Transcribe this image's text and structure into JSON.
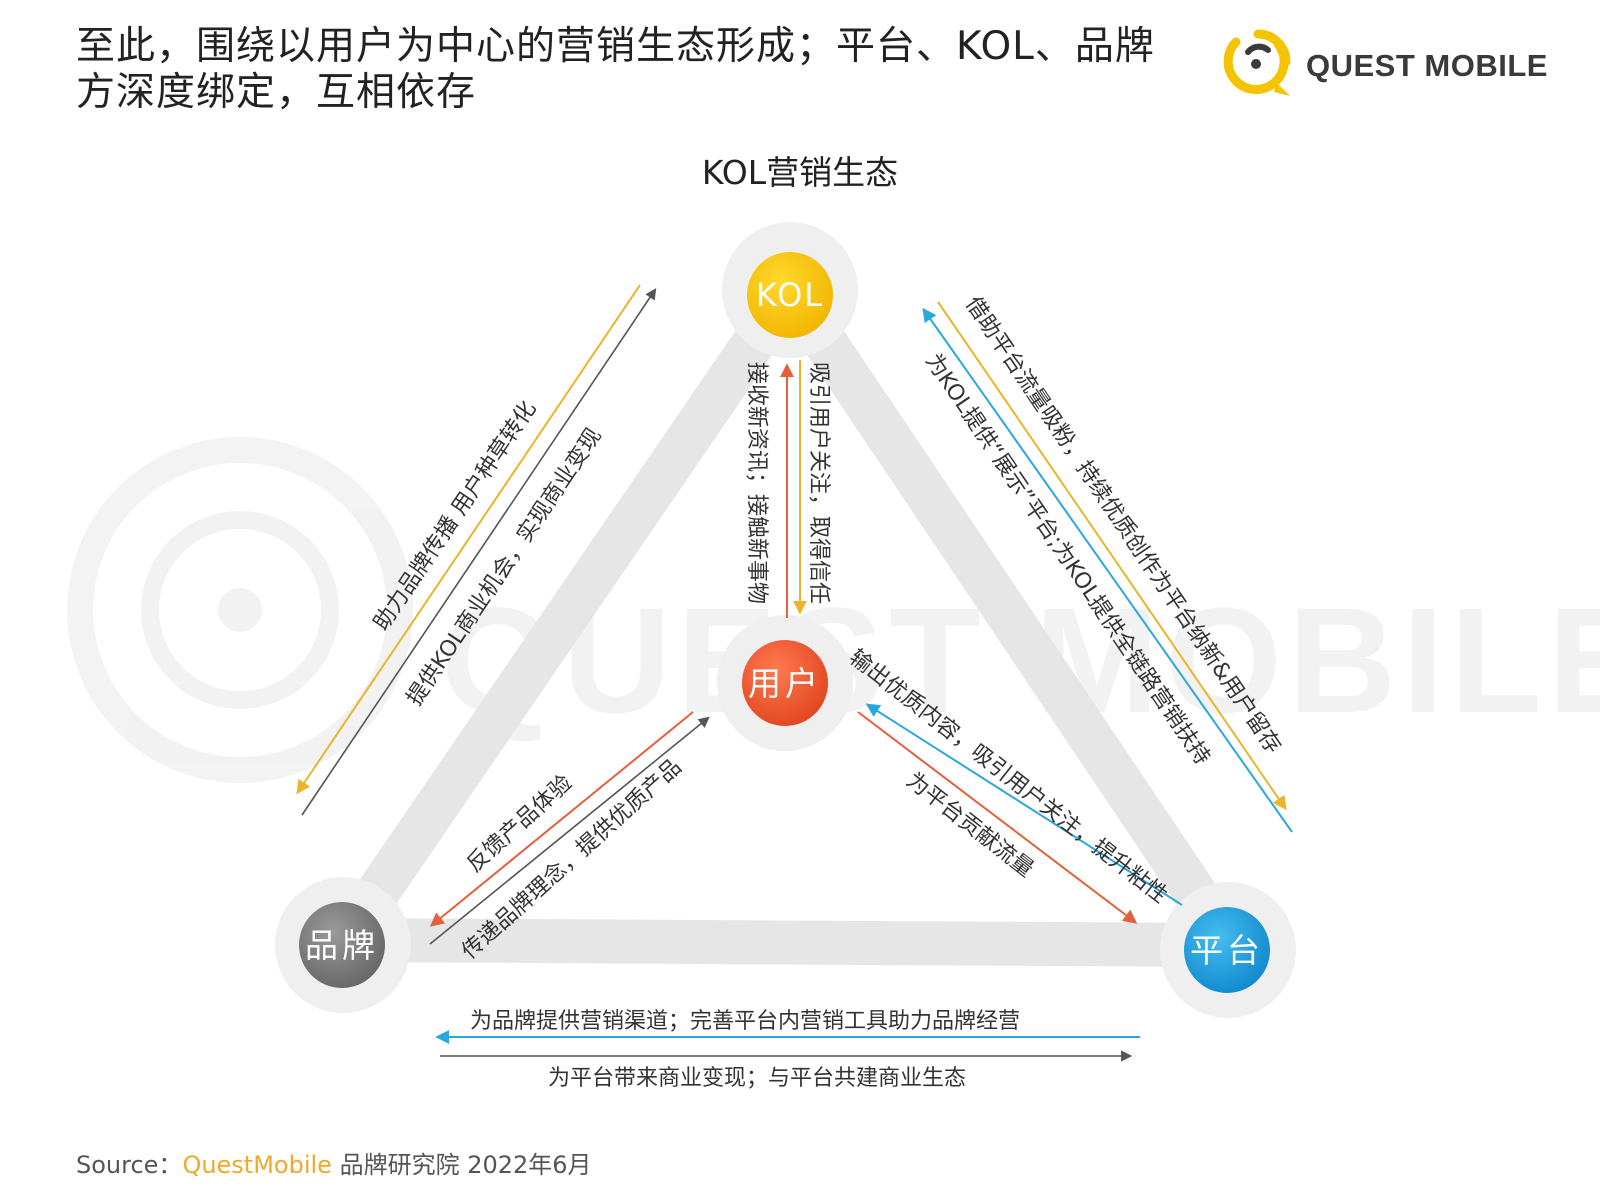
{
  "header": {
    "title": "至此，围绕以用户为中心的营销生态形成；平台、KOL、品牌方深度绑定，互相依存",
    "logo_text": "QUEST MOBILE"
  },
  "diagram": {
    "title": "KOL营销生态",
    "watermark": "QUEST MOBILE",
    "nodes": {
      "kol": "KOL",
      "user": "用户",
      "brand": "品牌",
      "platform": "平台"
    },
    "labels": {
      "kol_to_user": "吸引用户关注，取得信任",
      "user_to_kol": "接收新资讯；接触新事物",
      "brand_to_kol": "助力品牌传播 用户种草转化",
      "kol_to_brand": "提供KOL商业机会，实现商业变现",
      "platform_to_kol": "借助平台流量吸粉，持续优质创作为平台纳新&用户留存",
      "kol_to_platform": "为KOL提供“展示”平台;为KOL提供全链路营销扶持",
      "user_to_brand": "反馈产品体验",
      "brand_to_user": "传递品牌理念，提供优质产品",
      "user_to_platform": "输出优质内容，吸引用户关注，提升粘性",
      "user_contrib_platform": "为平台贡献流量",
      "platform_to_brand": "为品牌提供营销渠道；完善平台内营销工具助力品牌经营",
      "brand_to_platform": "为平台带来商业变现；与平台共建商业生态"
    },
    "colors": {
      "kol": "#f7c300",
      "user": "#ef5a35",
      "brand": "#7a7a7a",
      "platform": "#1ea0df",
      "gold_line": "#e9b52b",
      "gray_line": "#555555",
      "red_line": "#e4603c",
      "blue_line": "#2aa7de"
    }
  },
  "footer": {
    "source_prefix": "Source：",
    "source_brand": "QuestMobile",
    "source_suffix": " 品牌研究院 2022年6月"
  }
}
